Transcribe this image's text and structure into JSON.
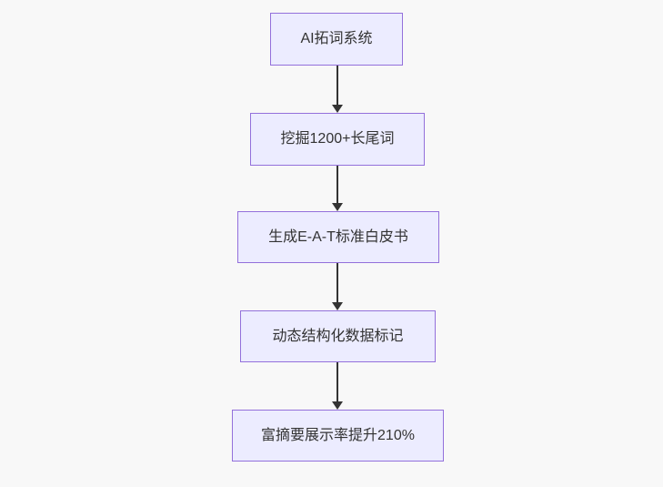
{
  "flowchart": {
    "type": "flowchart",
    "direction": "top-down",
    "nodes": [
      {
        "label": "AI拓词系统"
      },
      {
        "label": "挖掘1200+长尾词"
      },
      {
        "label": "生成E-A-T标准白皮书"
      },
      {
        "label": "动态结构化数据标记"
      },
      {
        "label": "富摘要展示率提升210%"
      }
    ],
    "edges": [
      {
        "from": "AI拓词系统",
        "to": "挖掘1200+长尾词",
        "style": "arrow-down"
      },
      {
        "from": "挖掘1200+长尾词",
        "to": "生成E-A-T标准白皮书",
        "style": "arrow-down"
      },
      {
        "from": "生成E-A-T标准白皮书",
        "to": "动态结构化数据标记",
        "style": "arrow-down"
      },
      {
        "from": "动态结构化数据标记",
        "to": "富摘要展示率提升210%",
        "style": "arrow-down"
      }
    ],
    "colors": {
      "node_fill": "#ececff",
      "node_border": "#9370db",
      "text": "#333333",
      "arrow": "#333333",
      "background": "#f8f8f8"
    }
  }
}
